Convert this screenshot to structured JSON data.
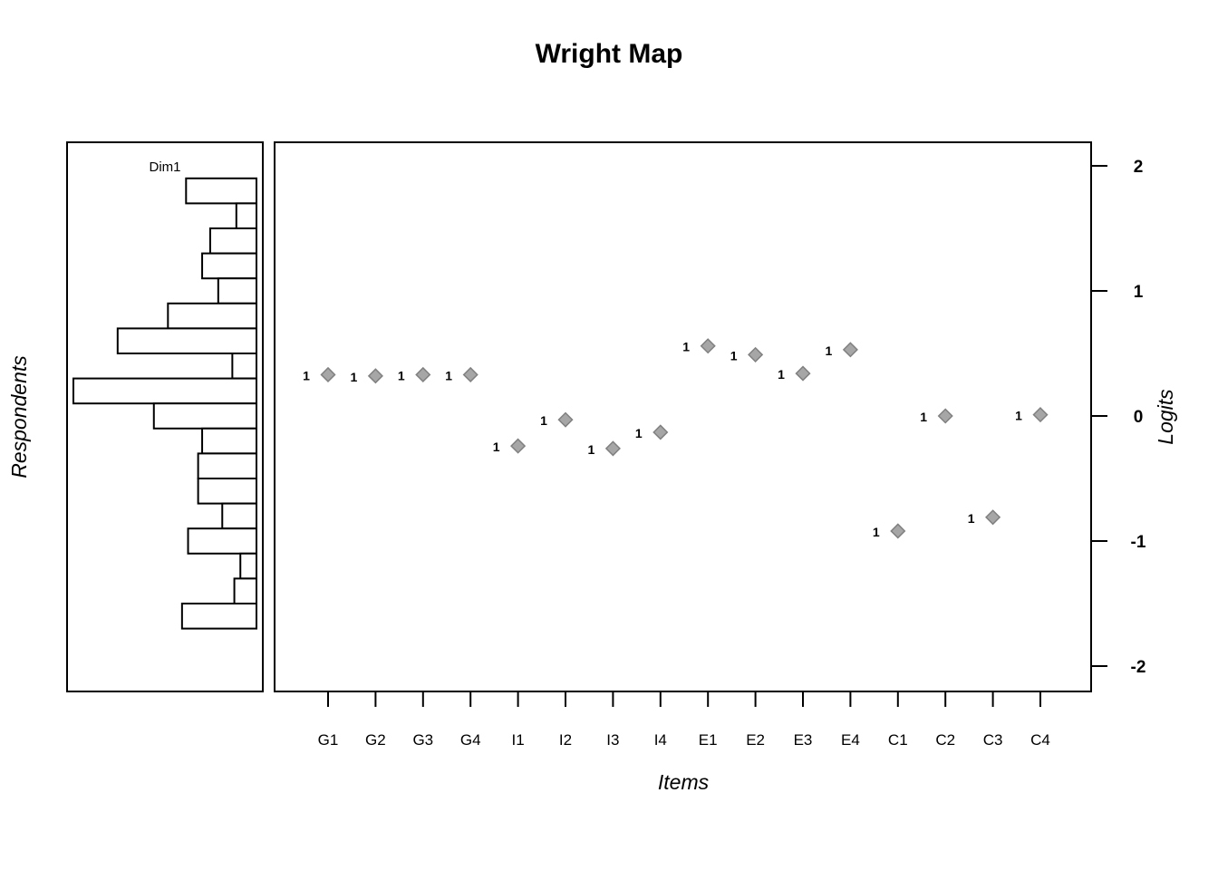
{
  "chart_data": {
    "type": "wright-map",
    "title": "Wright Map",
    "person_panel": {
      "ylabel": "Respondents",
      "dimension_label": "Dim1",
      "histogram": [
        {
          "logit": 1.8,
          "count": 3.5
        },
        {
          "logit": 1.6,
          "count": 1.0
        },
        {
          "logit": 1.4,
          "count": 2.3
        },
        {
          "logit": 1.2,
          "count": 2.7
        },
        {
          "logit": 1.0,
          "count": 1.9
        },
        {
          "logit": 0.8,
          "count": 4.4
        },
        {
          "logit": 0.6,
          "count": 6.9
        },
        {
          "logit": 0.4,
          "count": 1.2
        },
        {
          "logit": 0.2,
          "count": 9.1
        },
        {
          "logit": 0.0,
          "count": 5.1
        },
        {
          "logit": -0.2,
          "count": 2.7
        },
        {
          "logit": -0.4,
          "count": 2.9
        },
        {
          "logit": -0.6,
          "count": 2.9
        },
        {
          "logit": -0.8,
          "count": 1.7
        },
        {
          "logit": -1.0,
          "count": 3.4
        },
        {
          "logit": -1.2,
          "count": 0.8
        },
        {
          "logit": -1.4,
          "count": 1.1
        },
        {
          "logit": -1.6,
          "count": 3.7
        }
      ]
    },
    "xlabel": "Items",
    "ylabel": "Logits",
    "ylim": [
      -2.2,
      2.2
    ],
    "yticks": [
      "2",
      "1",
      "0",
      "-1",
      "-2"
    ],
    "threshold_label": "1",
    "items": [
      {
        "label": "G1",
        "value": 0.33
      },
      {
        "label": "G2",
        "value": 0.32
      },
      {
        "label": "G3",
        "value": 0.33
      },
      {
        "label": "G4",
        "value": 0.33
      },
      {
        "label": "I1",
        "value": -0.24
      },
      {
        "label": "I2",
        "value": -0.03
      },
      {
        "label": "I3",
        "value": -0.26
      },
      {
        "label": "I4",
        "value": -0.13
      },
      {
        "label": "E1",
        "value": 0.56
      },
      {
        "label": "E2",
        "value": 0.49
      },
      {
        "label": "E3",
        "value": 0.34
      },
      {
        "label": "E4",
        "value": 0.53
      },
      {
        "label": "C1",
        "value": -0.92
      },
      {
        "label": "C2",
        "value": 0.0
      },
      {
        "label": "C3",
        "value": -0.81
      },
      {
        "label": "C4",
        "value": 0.01
      }
    ],
    "marker_color": "#a6a6a6",
    "marker_stroke": "#808080"
  }
}
